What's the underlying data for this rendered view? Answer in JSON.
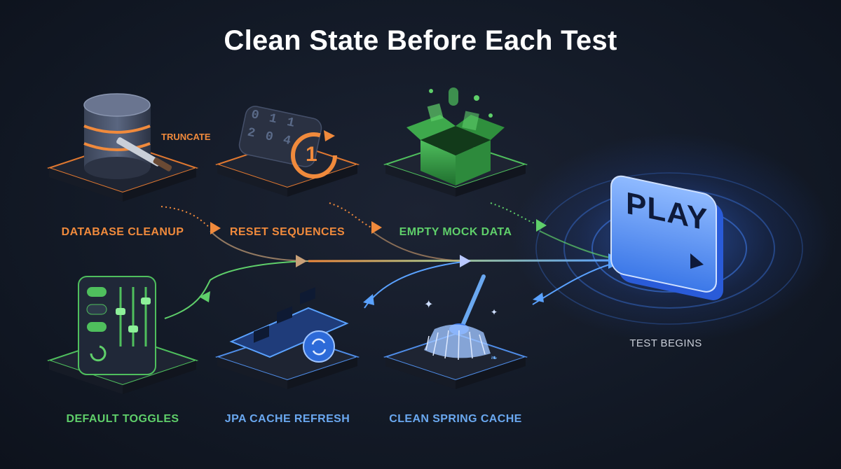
{
  "title": "Clean State Before Each Test",
  "steps": [
    {
      "label": "DATABASE CLEANUP",
      "color": "#f08a3c",
      "icon": "database-truncate-icon"
    },
    {
      "label": "RESET SEQUENCES",
      "color": "#f08a3c",
      "icon": "counter-reset-icon"
    },
    {
      "label": "EMPTY MOCK DATA",
      "color": "#5fcf6a",
      "icon": "empty-box-icon"
    },
    {
      "label": "DEFAULT TOGGLES",
      "color": "#5fcf6a",
      "icon": "toggles-icon"
    },
    {
      "label": "JPA CACHE REFRESH",
      "color": "#6aa8f0",
      "icon": "memory-refresh-icon"
    },
    {
      "label": "CLEAN SPRING CACHE",
      "color": "#6aa8f0",
      "icon": "broom-icon"
    }
  ],
  "truncate_label": "TRUNCATE",
  "counter_digits": [
    "0",
    "2",
    "1",
    "0",
    "1",
    "4"
  ],
  "reset_number": "1",
  "play_label": "PLAY",
  "target_label": "TEST BEGINS",
  "colors": {
    "orange": "#f08a3c",
    "green": "#5fcf6a",
    "blue": "#4f9bff",
    "background": "#131a27"
  }
}
